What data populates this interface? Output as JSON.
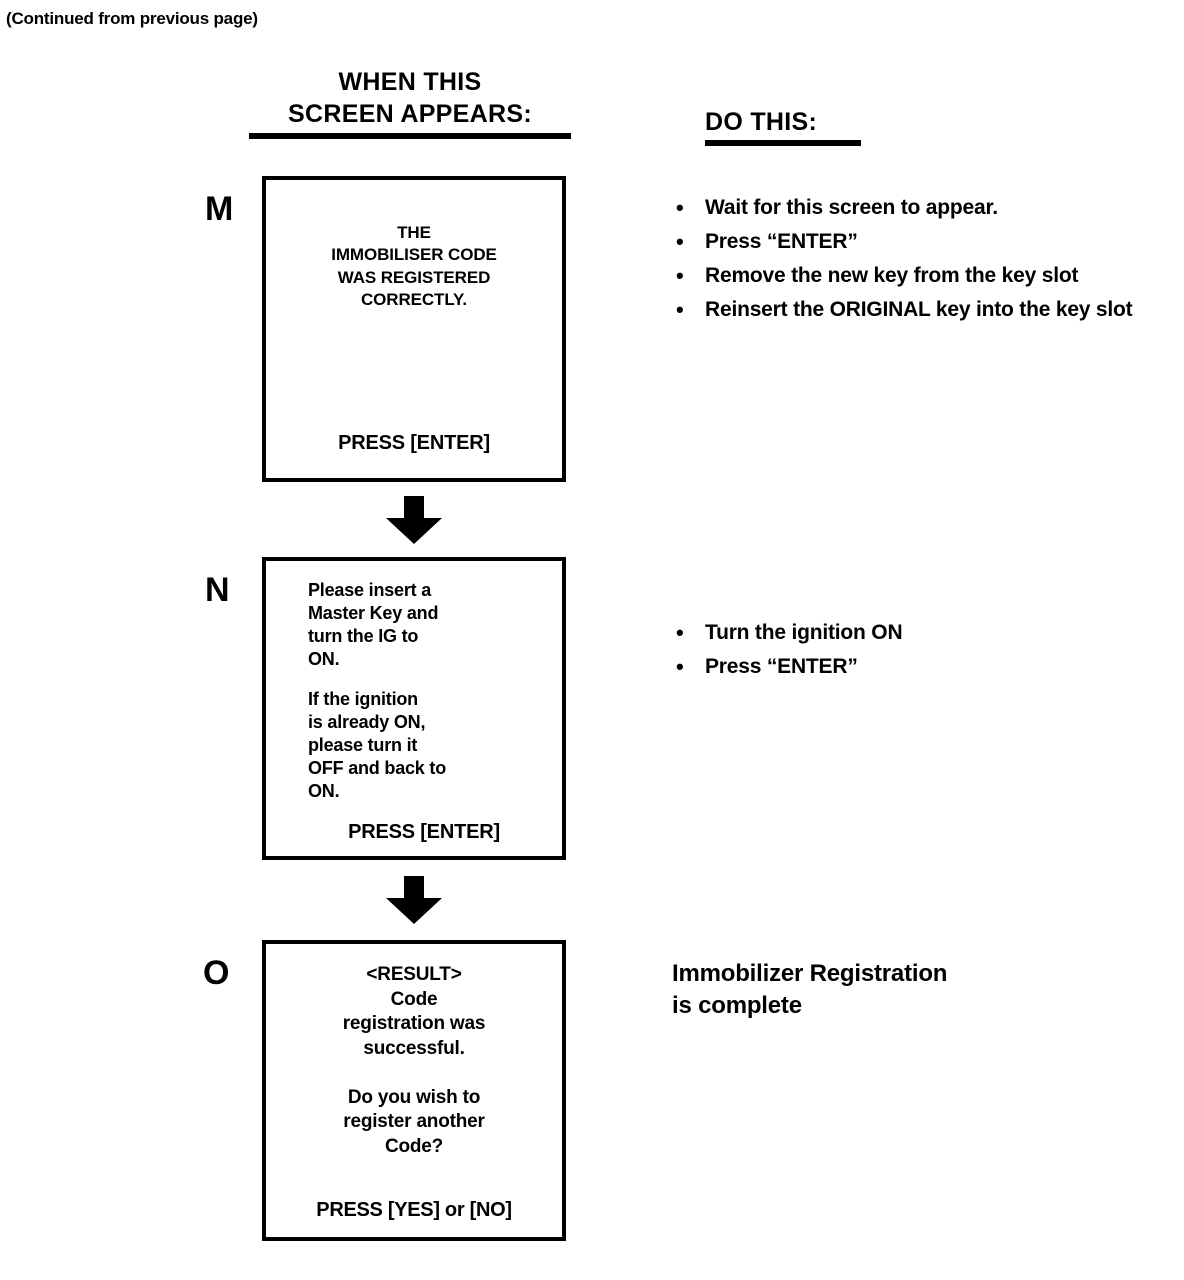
{
  "page": {
    "continued_note": "(Continued from previous page)"
  },
  "headings": {
    "left_line1": "WHEN THIS",
    "left_line2": "SCREEN APPEARS:",
    "right": "DO THIS:"
  },
  "steps": [
    {
      "letter": "M",
      "screen": {
        "lines": [
          "THE",
          "IMMOBILISER CODE",
          "WAS REGISTERED",
          "CORRECTLY."
        ],
        "footer": "PRESS [ENTER]"
      },
      "instructions": [
        "Wait for this screen to appear.",
        "Press “ENTER”",
        "Remove the new key from the key slot",
        "Reinsert the ORIGINAL key into the key slot"
      ]
    },
    {
      "letter": "N",
      "screen": {
        "block1": [
          "Please insert a",
          "Master Key and",
          "turn the IG to",
          "ON."
        ],
        "block2": [
          "If the ignition",
          "is already ON,",
          "please turn it",
          "OFF and back to",
          "ON."
        ],
        "footer": "PRESS [ENTER]"
      },
      "instructions": [
        "Turn the ignition ON",
        "Press “ENTER”"
      ]
    },
    {
      "letter": "O",
      "screen": {
        "block1": [
          "<RESULT>",
          "Code",
          "registration was",
          "successful."
        ],
        "block2": [
          "Do you wish to",
          "register another",
          "Code?"
        ],
        "footer": "PRESS [YES] or [NO]"
      },
      "result_note_line1": "Immobilizer Registration",
      "result_note_line2": "is complete"
    }
  ],
  "colors": {
    "ink": "#000000",
    "paper": "#ffffff"
  }
}
